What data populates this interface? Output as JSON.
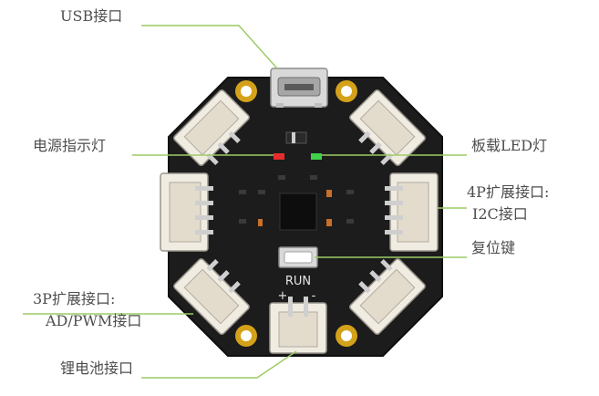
{
  "labels": {
    "usb": "USB接口",
    "power_indicator": "电源指示灯",
    "onboard_led": "板载LED灯",
    "ext4p_line1": "4P扩展接口:",
    "ext4p_line2": "I2C接口",
    "reset": "复位键",
    "ext3p_line1": "3P扩展接口:",
    "ext3p_line2": "AD/PWM接口",
    "battery": "锂电池接口"
  },
  "board": {
    "run_label": "RUN",
    "plus": "+",
    "minus": "-"
  },
  "colors": {
    "board": "#1c1c1c",
    "connector": "#f1ece2",
    "gold": "#d4a21a",
    "leader": "#9ccc65",
    "text": "#4d4d4d"
  }
}
